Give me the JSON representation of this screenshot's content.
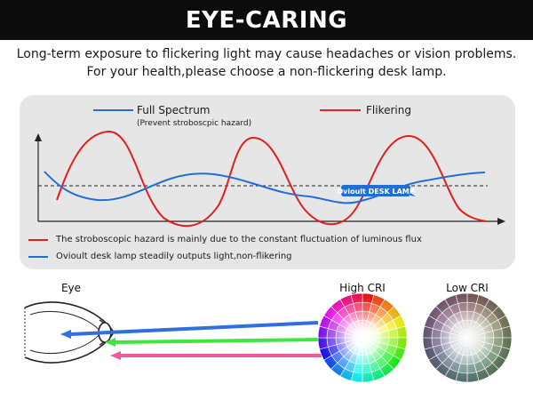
{
  "header": {
    "title": "EYE-CARING"
  },
  "intro": {
    "line1": "Long-term exposure to flickering light may cause headaches or vision problems.",
    "line2": "For your health,please choose a non-flickering desk lamp."
  },
  "chart": {
    "legend": {
      "full_spectrum": "Full Spectrum",
      "full_spectrum_sub": "(Prevent stroboscpic hazard)",
      "flickering": "Flikering"
    },
    "callout": "Ovioult DESK LAMP",
    "notes": {
      "red": "The stroboscopic hazard is mainly due to the constant fluctuation of luminous flux",
      "blue": "Ovioult desk lamp steadily outputs light,non-flikering"
    },
    "colors": {
      "full_spectrum": "#1f6fd6",
      "flickering": "#e01f1f"
    }
  },
  "bottom": {
    "eye_label": "Eye",
    "high_cri_label": "High CRI",
    "low_cri_label": "Low CRI",
    "ray_colors": [
      "#2f6fe0",
      "#3fe63f",
      "#f05a9a"
    ]
  }
}
